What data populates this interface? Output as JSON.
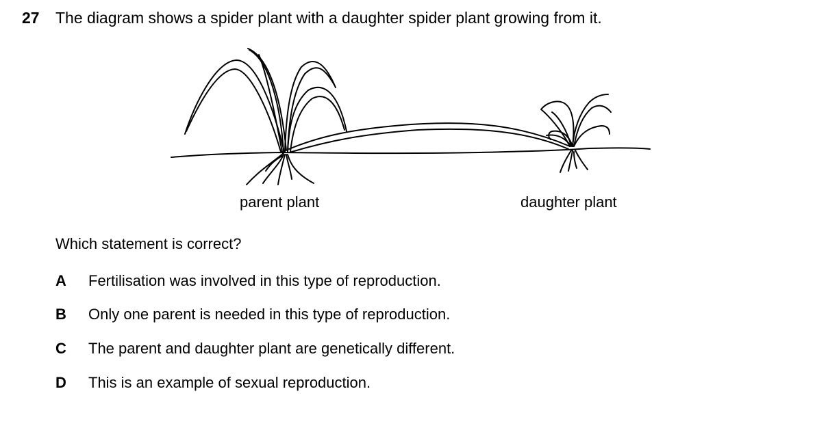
{
  "question": {
    "number": "27",
    "stem": "The diagram shows a spider plant with a daughter spider plant growing from it."
  },
  "diagram": {
    "labels": {
      "parent": "parent plant",
      "daughter": "daughter plant"
    }
  },
  "prompt": "Which statement is correct?",
  "options": [
    {
      "letter": "A",
      "text": "Fertilisation was involved in this type of reproduction."
    },
    {
      "letter": "B",
      "text": "Only one parent is needed in this type of reproduction."
    },
    {
      "letter": "C",
      "text": "The parent and daughter plant are genetically different."
    },
    {
      "letter": "D",
      "text": "This is an example of sexual reproduction."
    }
  ]
}
